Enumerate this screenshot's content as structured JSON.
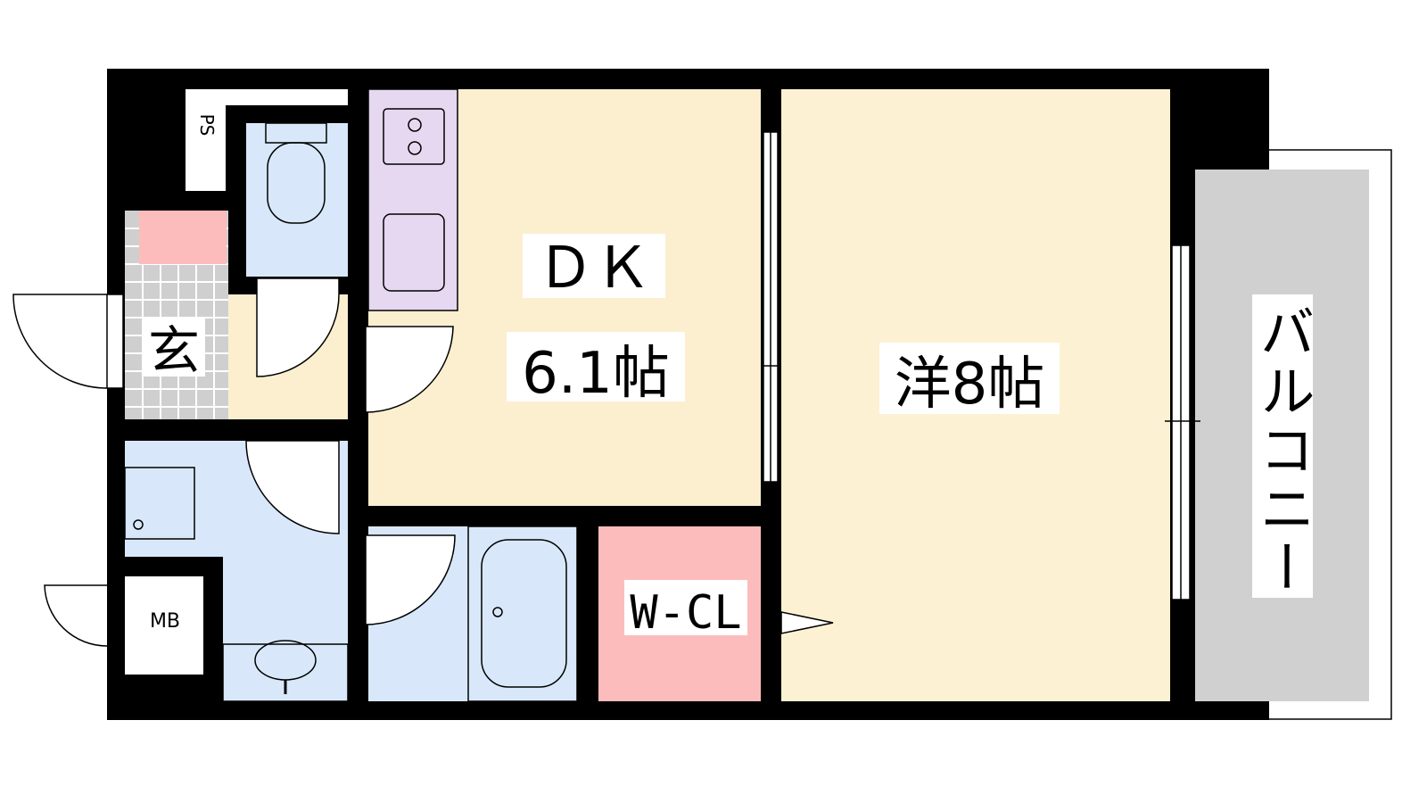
{
  "floor_plan": {
    "rooms": {
      "dk": {
        "label": "ＤＫ",
        "size": "6.1帖"
      },
      "western": {
        "label": "洋8帖"
      },
      "balcony": {
        "label": "バルコニー"
      },
      "entrance": {
        "label": "玄"
      },
      "walk_in_closet": {
        "label": "W-CL"
      },
      "pipe_space": {
        "label": "PS"
      },
      "meter_box": {
        "label": "MB"
      }
    },
    "colors": {
      "wall": "#000000",
      "dk_floor": "#fbefcf",
      "western_floor": "#fdf1d3",
      "wet_area": "#d8e8fa",
      "kitchen": "#e6d8f0",
      "closet": "#fdbcbc",
      "balcony": "#d0d0d0",
      "entrance_tile": "#cfcfcf"
    }
  }
}
